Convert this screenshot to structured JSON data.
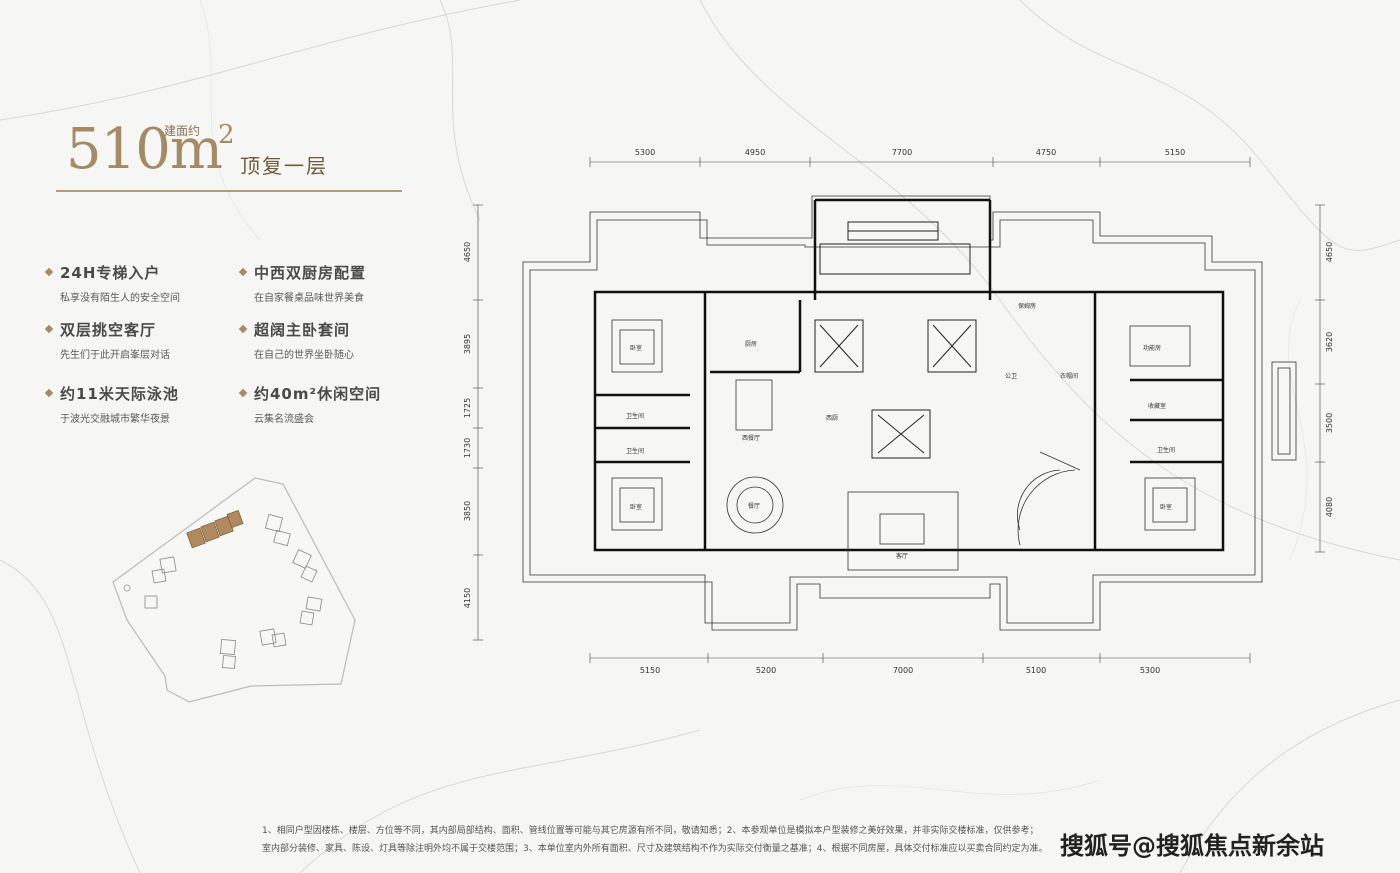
{
  "title": {
    "area": "510m",
    "sup": "2",
    "approx": "建面约",
    "floor": "顶复一层"
  },
  "features": [
    {
      "title": "24H专梯入户",
      "sub": "私享没有陌生人的安全空间"
    },
    {
      "title": "中西双厨房配置",
      "sub": "在自家餐桌品味世界美食"
    },
    {
      "title": "双层挑空客厅",
      "sub": "先生们于此开启峯层对话"
    },
    {
      "title": "超阔主卧套间",
      "sub": "在自己的世界坐卧随心"
    },
    {
      "title": "约11米天际泳池",
      "sub": "于波光交融城市繁华夜景"
    },
    {
      "title": "约40m²休闲空间",
      "sub": "云集名流盛会"
    }
  ],
  "dims": {
    "top": [
      "5300",
      "4950",
      "7700",
      "4750",
      "5150"
    ],
    "bottom": [
      "5150",
      "5200",
      "7000",
      "5100",
      "5300"
    ],
    "left": [
      "4650",
      "3895",
      "1725",
      "1730",
      "3850",
      "4150"
    ],
    "right": [
      "4650",
      "3620",
      "3500",
      "4080"
    ]
  },
  "rooms": {
    "bed": "卧室",
    "bath": "卫生间",
    "kitchen": "厨房",
    "west_kitchen": "西厨",
    "west_dining": "西餐厅",
    "dining": "餐厅",
    "living": "客厅",
    "nanny": "保姆房",
    "public_bath": "公卫",
    "cloak": "衣帽间",
    "function": "功能房",
    "storage": "收藏室"
  },
  "notes": [
    "1、相同户型因楼栋、楼层、方位等不同，其内部局部结构、面积、管线位置等可能与其它房源有所不同，敬请知悉；2、本参观单位是模拟本户型装修之美好效果，并非实际交楼标准，仅供参考；",
    "室内部分装修、家具、陈设、灯具等除注明外均不属于交楼范围；3、本单位室内外所有面积、尺寸及建筑结构不作为实际交付衡量之基准；4、根据不同房屋，具体交付标准应以买卖合同约定为准。"
  ],
  "watermark": "搜狐号@搜狐焦点新余站",
  "colors": {
    "accent": "#a48a66",
    "wall": "#111111"
  }
}
